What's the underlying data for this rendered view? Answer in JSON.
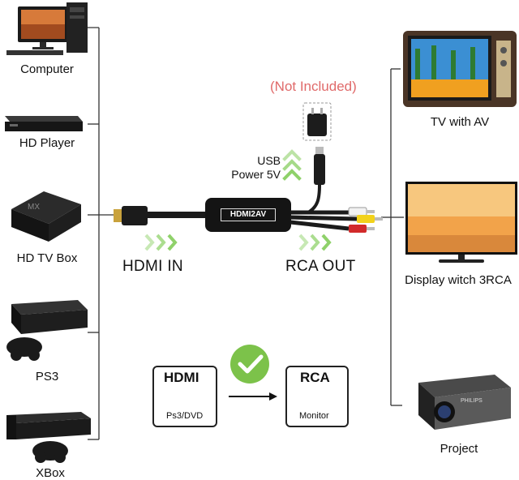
{
  "sources": [
    {
      "label": "Computer",
      "icon": "computer-icon"
    },
    {
      "label": "HD Player",
      "icon": "hd-player-icon"
    },
    {
      "label": "HD TV Box",
      "icon": "tv-box-icon"
    },
    {
      "label": "PS3",
      "icon": "ps3-icon"
    },
    {
      "label": "XBox",
      "icon": "xbox-icon"
    }
  ],
  "outputs": [
    {
      "label": "TV with AV",
      "icon": "crt-tv-icon"
    },
    {
      "label": "Display witch 3RCA",
      "icon": "flat-display-icon"
    },
    {
      "label": "Project",
      "icon": "projector-icon"
    }
  ],
  "center": {
    "not_included": "(Not Included)",
    "usb_line1": "USB",
    "usb_line2": "Power 5V",
    "converter_label": "HDMI2AV",
    "hdmi_in": "HDMI IN",
    "rca_out": "RCA OUT"
  },
  "hdmi_box": {
    "title": "HDMI",
    "subtitle": "Ps3/DVD"
  },
  "rca_box": {
    "title": "RCA",
    "subtitle": "Monitor"
  },
  "colors": {
    "chevron_green": "#8fd16a",
    "check_green": "#7cc24a",
    "not_included_red": "#e06a6a",
    "rca_yellow": "#f2d21b",
    "rca_red": "#d22a2a",
    "rca_white": "#f2f2f2"
  }
}
